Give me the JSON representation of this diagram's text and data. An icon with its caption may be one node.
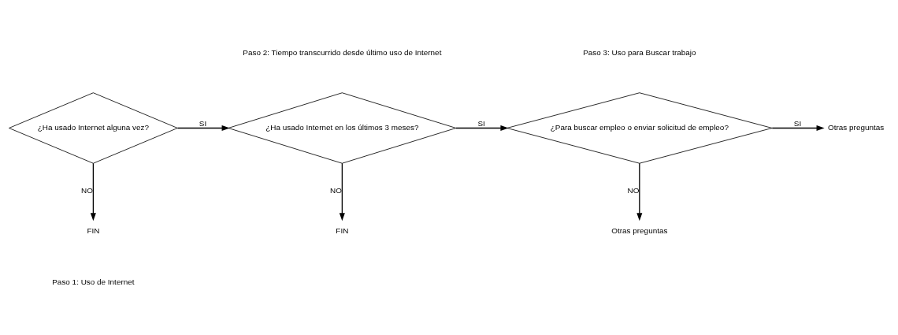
{
  "diagram": {
    "nodes": [
      {
        "text": [
          "¿Ha usado Internet alguna vez?"
        ]
      },
      {
        "text": [
          "¿Ha usado Internet en los últimos 3 meses?"
        ]
      },
      {
        "text": [
          "¿Para buscar empleo o enviar solicitud de empleo?"
        ]
      },
      {
        "text": [
          "Otras preguntas"
        ]
      },
      {
        "text": [
          "FIN"
        ]
      },
      {
        "text": [
          "FIN"
        ]
      },
      {
        "text": [
          "Otras preguntas"
        ]
      }
    ],
    "edges": [
      {
        "from": 0,
        "to": 1,
        "arrow": "to",
        "label": "SI"
      },
      {
        "from": 0,
        "to": 4,
        "arrow": "to",
        "label": "NO"
      },
      {
        "from": 1,
        "to": 2,
        "arrow": "to",
        "label": "SI"
      },
      {
        "from": 1,
        "to": 5,
        "arrow": "to",
        "label": "NO"
      },
      {
        "from": 2,
        "to": 3,
        "arrow": "to",
        "label": "SI"
      },
      {
        "from": 2,
        "to": 6,
        "arrow": "to",
        "label": "NO"
      }
    ],
    "labels": [
      "Paso 1: Uso de Internet",
      "Paso 2: Tiempo transcurrido desde último uso de Internet",
      "Paso 3: Uso para Buscar trabajo"
    ]
  }
}
